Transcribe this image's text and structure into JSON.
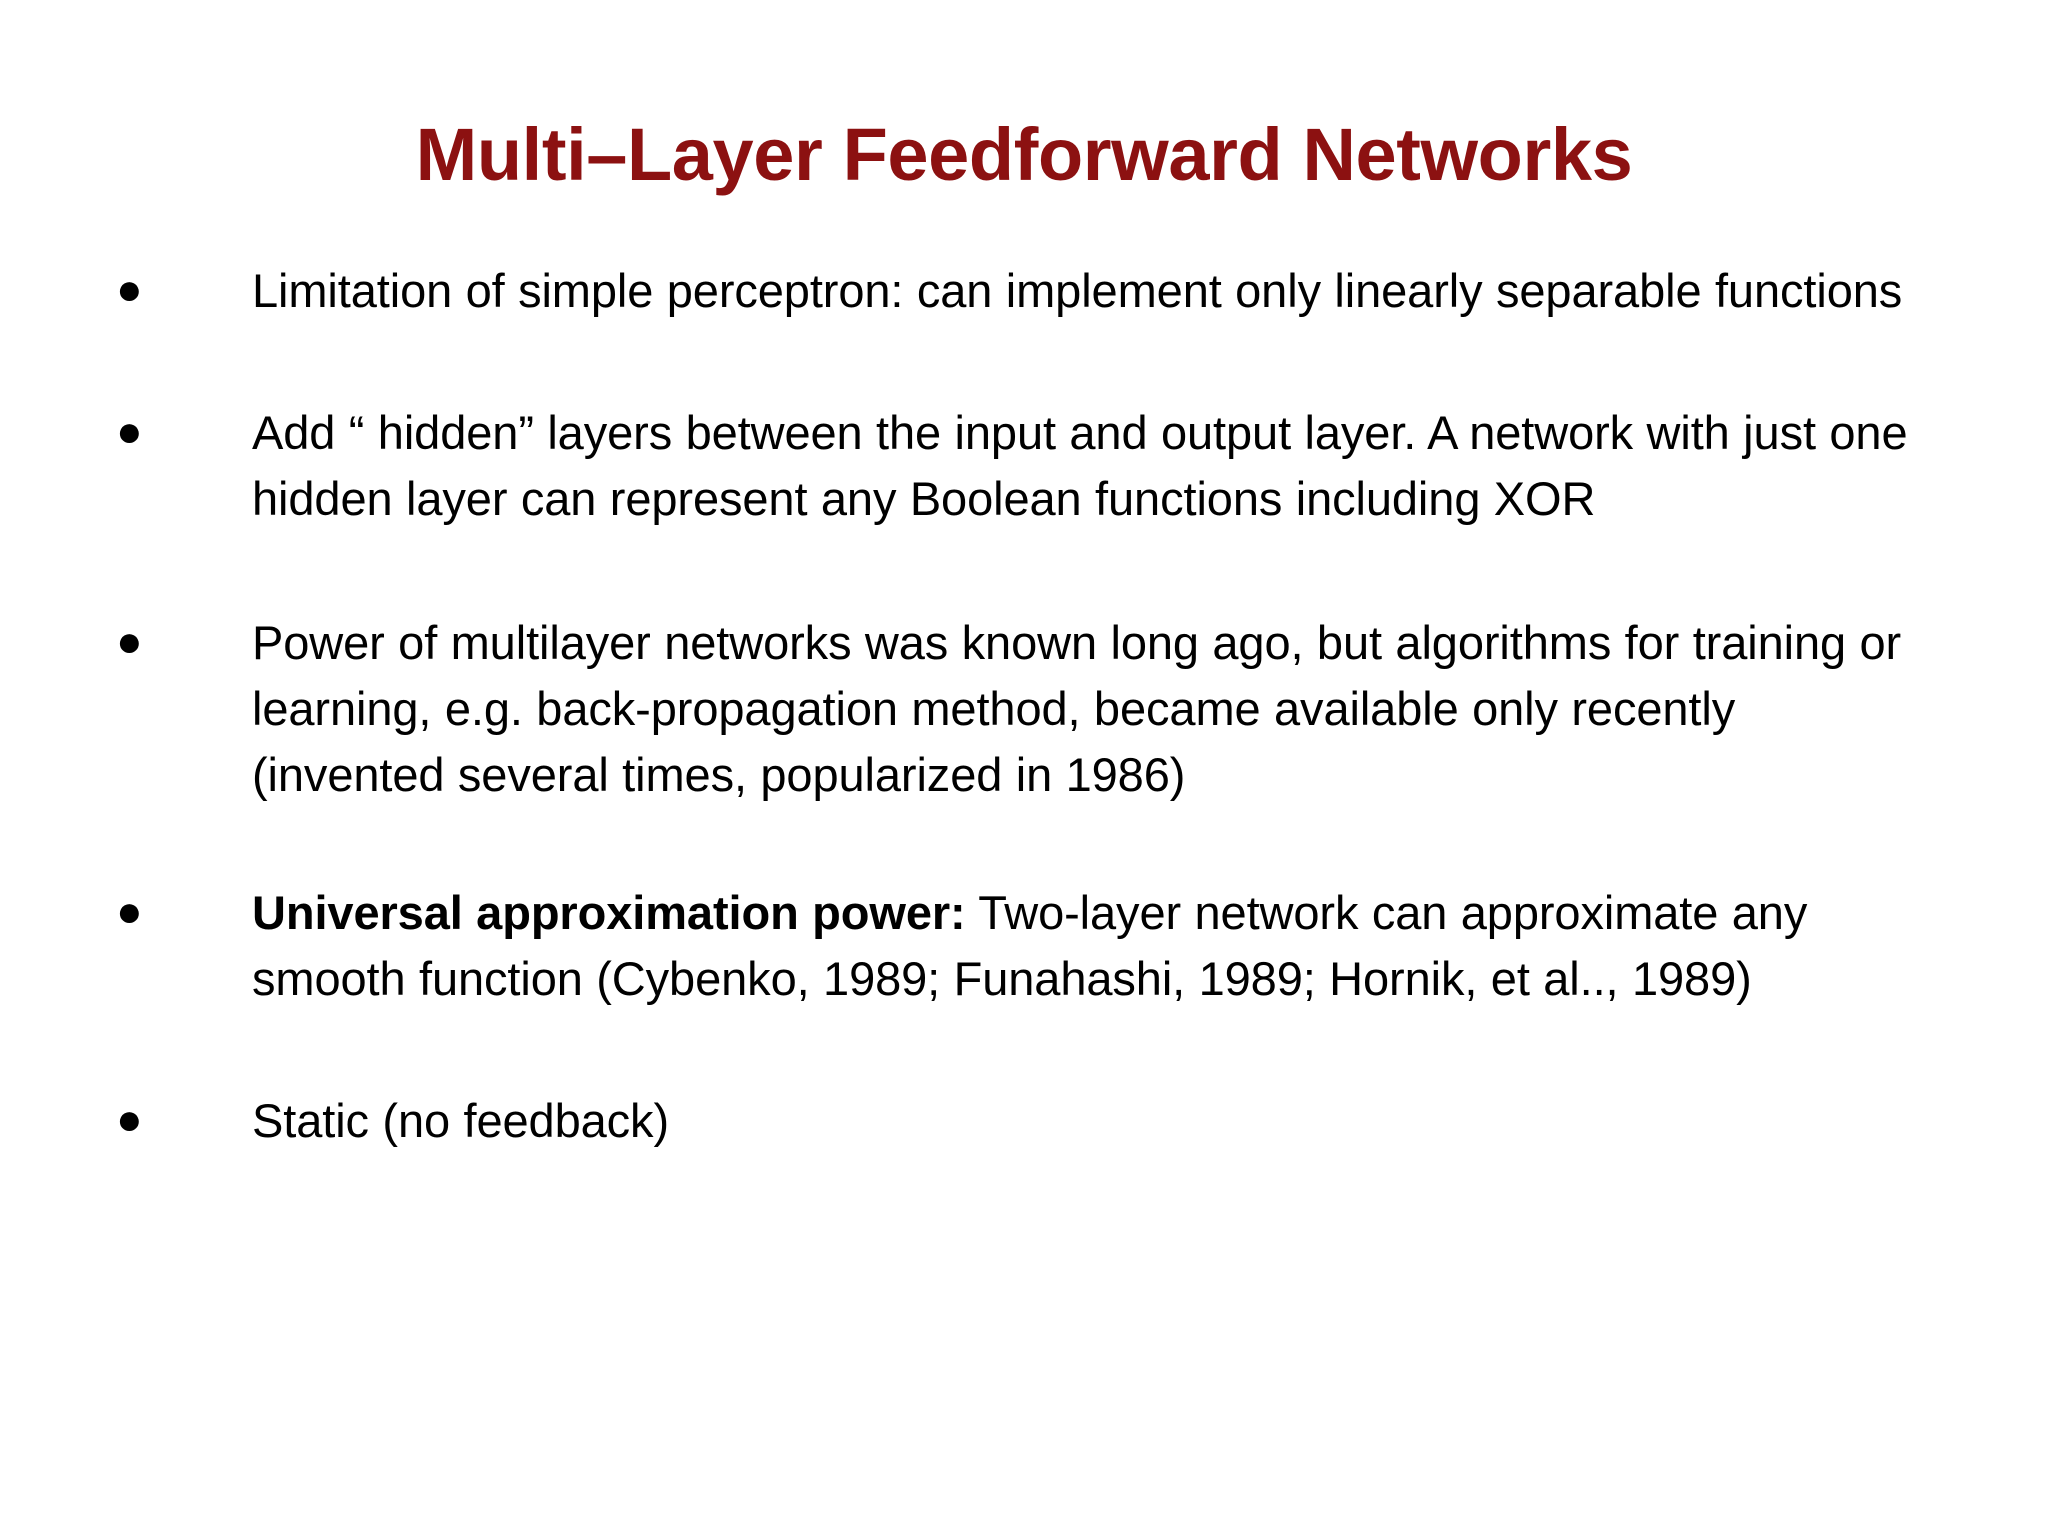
{
  "slide": {
    "title": "Multi–Layer Feedforward Networks",
    "title_color": "#8c1111",
    "background_color": "#ffffff",
    "text_color": "#000000",
    "bullet_glyph": "●",
    "bullets": [
      {
        "id": "limitation-of-simple-perceptron",
        "marker": "●",
        "lead": "",
        "text": "Limitation of simple perceptron: can implement only linearly separable functions"
      },
      {
        "id": "add-hidden-layers",
        "marker": "●",
        "lead": "",
        "text": "Add “ hidden” layers between the input and output layer. A network with just one hidden layer can represent any Boolean functions including XOR"
      },
      {
        "id": "power-of-multilayer-networks",
        "marker": "●",
        "lead": "",
        "text": "Power of multilayer networks was known long ago, but algorithms for training or learning, e.g. back-propagation method, became available only recently (invented several times, popularized in 1986)"
      },
      {
        "id": "universal-approximation-power",
        "marker": "●",
        "lead": "Universal approximation power:",
        "text": " Two-layer network can approximate any smooth function  (Cybenko, 1989; Funahashi, 1989; Hornik, et al.., 1989)"
      },
      {
        "id": "static-no-feedback",
        "marker": "●",
        "lead": "",
        "text": "Static (no feedback)"
      }
    ]
  }
}
